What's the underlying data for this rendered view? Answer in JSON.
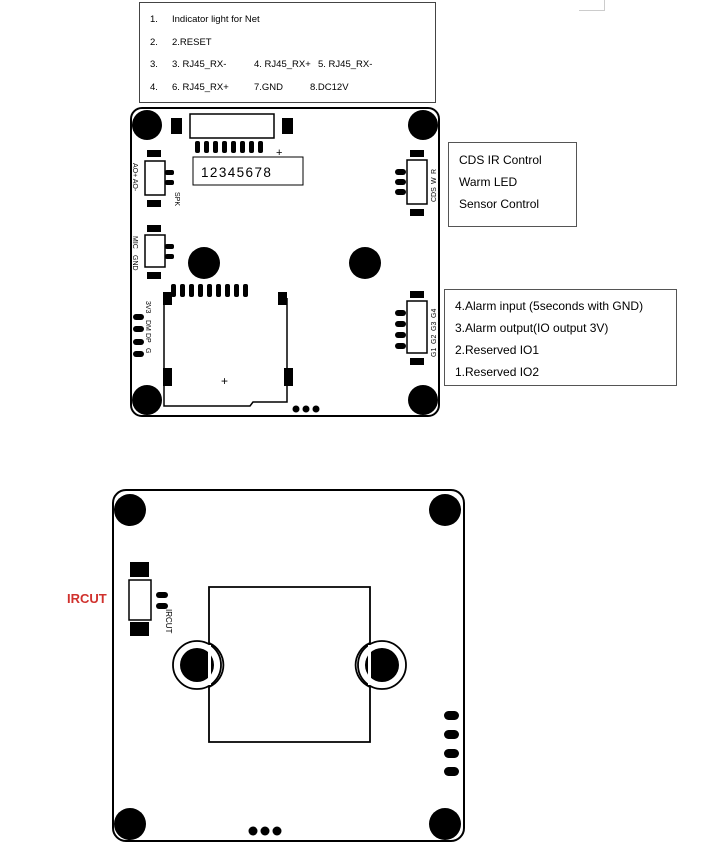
{
  "connector_notes": {
    "lines": [
      {
        "num": "1.",
        "items": [
          "Indicator light for Net"
        ]
      },
      {
        "num": "2.",
        "items": [
          "2.RESET"
        ]
      },
      {
        "num": "3.",
        "items": [
          "3. RJ45_RX-",
          "4. RJ45_RX+",
          "5. RJ45_RX-"
        ]
      },
      {
        "num": "4.",
        "items": [
          "6. RJ45_RX+",
          "7.GND",
          "8.DC12V"
        ]
      }
    ]
  },
  "top_board": {
    "pin_numbers": "12345678",
    "plus_mark": "+",
    "ao_label": "AO+ AO-",
    "spk_label": "SPK",
    "mic_label": "MIC",
    "gnd_label": "GND",
    "usb_labels": [
      "3V3",
      "DM",
      "DP",
      "G"
    ],
    "cds_labels": [
      "CDS",
      "W",
      "R"
    ],
    "alarm_labels": [
      "G1",
      "G2",
      "G3",
      "G4"
    ],
    "sd_plus": "+"
  },
  "cds_box": {
    "items": [
      "CDS IR Control",
      "Warm LED",
      "Sensor Control"
    ]
  },
  "alarm_box": {
    "items": [
      "4.Alarm input (5seconds with GND)",
      "3.Alarm output(IO output 3V)",
      "2.Reserved IO1",
      "1.Reserved IO2"
    ]
  },
  "bottom_board": {
    "ircut_callout": "IRCUT",
    "ircut_silk": "IRCUT"
  },
  "colors": {
    "ircut_red": "#d0312d",
    "ink": "#000000"
  }
}
